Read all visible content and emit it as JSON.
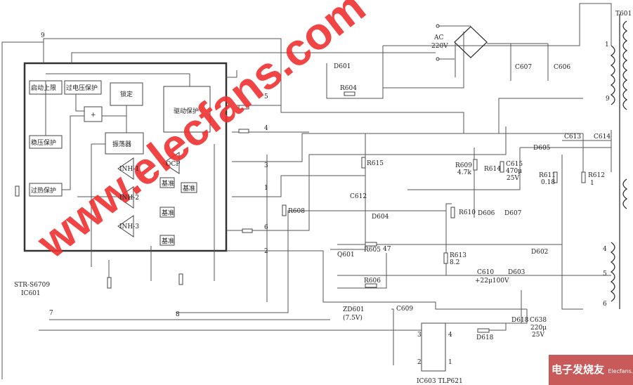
{
  "ic601": {
    "part": "STR-S6709",
    "ref": "IC601",
    "blocks": {
      "startup_limit": "启动上限",
      "overvoltage": "过电压保护",
      "latch": "锁定",
      "drive_protect": "驱动保护",
      "regulation": "稳压保护",
      "oscillator": "振荡器",
      "ocp": "OCP",
      "thermal": "过热保护",
      "sum": "+",
      "inh1": "INH-1",
      "inh2": "INH-2",
      "inh3": "INH-3",
      "ref": "基准"
    },
    "pins": [
      "9",
      "5",
      "4",
      "3",
      "1",
      "6",
      "2",
      "8",
      "7"
    ]
  },
  "input": {
    "ac_label": "AC",
    "ac_voltage": "220V"
  },
  "components": {
    "D601": "D601",
    "R604": "R604",
    "R615": "R615",
    "C612": "C612",
    "R608": "R608",
    "C607": "C607",
    "C606": "C606",
    "T601": "T601",
    "R609": "R609",
    "R609_val": "4.7k",
    "R614": "R614",
    "C615": "C615",
    "C615_val1": "470μ",
    "C615_val2": "25V",
    "D605": "D605",
    "C613": "C613",
    "C614": "C614",
    "R611": "R611",
    "R611_val": "0.18",
    "R612": "R612",
    "R612_val": "1",
    "D604": "D604",
    "R610": "R610",
    "D606": "D606",
    "D607": "D607",
    "Q601": "Q601",
    "R605": "R605",
    "R605_val": "47",
    "R613": "R613",
    "R613_val": "8.2",
    "D602": "D602",
    "C610": "C610",
    "C610_val": "+22μ100V",
    "D603": "D603",
    "R606": "R606",
    "ZD601": "ZD601",
    "ZD601_val": "(7.5V)",
    "C609": "C609",
    "D618a": "D618",
    "D618b": "D618",
    "C638": "C638",
    "C638_val1": "220μ",
    "C638_val2": "25V",
    "IC603": "IC603 TLP621"
  },
  "transformer_pins": [
    "1",
    "9",
    "4",
    "5",
    "6"
  ],
  "optocoupler_pins": [
    "3",
    "4",
    "2",
    "1"
  ],
  "watermark": "www.elecfans.com",
  "logo": {
    "cn": "电子发烧友",
    "en": "Elecfans.com"
  }
}
